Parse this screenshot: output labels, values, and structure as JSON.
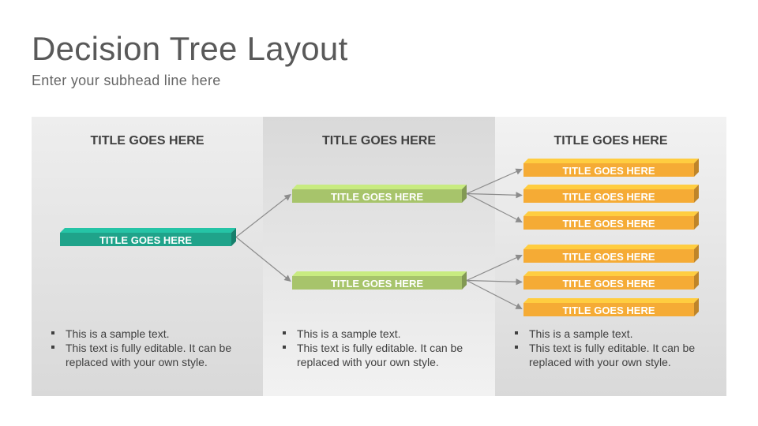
{
  "header": {
    "title": "Decision Tree Layout",
    "subhead": "Enter your subhead line here"
  },
  "colors": {
    "root": "#1fa38a",
    "level2": "#a7c46b",
    "level3": "#f5ab35",
    "connector": "#8c8c8c"
  },
  "columns": [
    {
      "title": "TITLE GOES HERE",
      "bullets": [
        "This is a sample text.",
        "This text is fully editable. It can be replaced with your own style."
      ]
    },
    {
      "title": "TITLE GOES HERE",
      "bullets": [
        "This is a sample text.",
        "This text is fully editable. It can be replaced with your own style."
      ]
    },
    {
      "title": "TITLE GOES HERE",
      "bullets": [
        "This is a sample text.",
        "This text is fully editable. It can be replaced with your own style."
      ]
    }
  ],
  "tree": {
    "root": {
      "label": "TITLE GOES HERE"
    },
    "branches": [
      {
        "label": "TITLE GOES HERE",
        "leaves": [
          "TITLE GOES HERE",
          "TITLE GOES HERE",
          "TITLE GOES HERE"
        ]
      },
      {
        "label": "TITLE GOES HERE",
        "leaves": [
          "TITLE GOES HERE",
          "TITLE GOES HERE",
          "TITLE GOES HERE"
        ]
      }
    ]
  }
}
